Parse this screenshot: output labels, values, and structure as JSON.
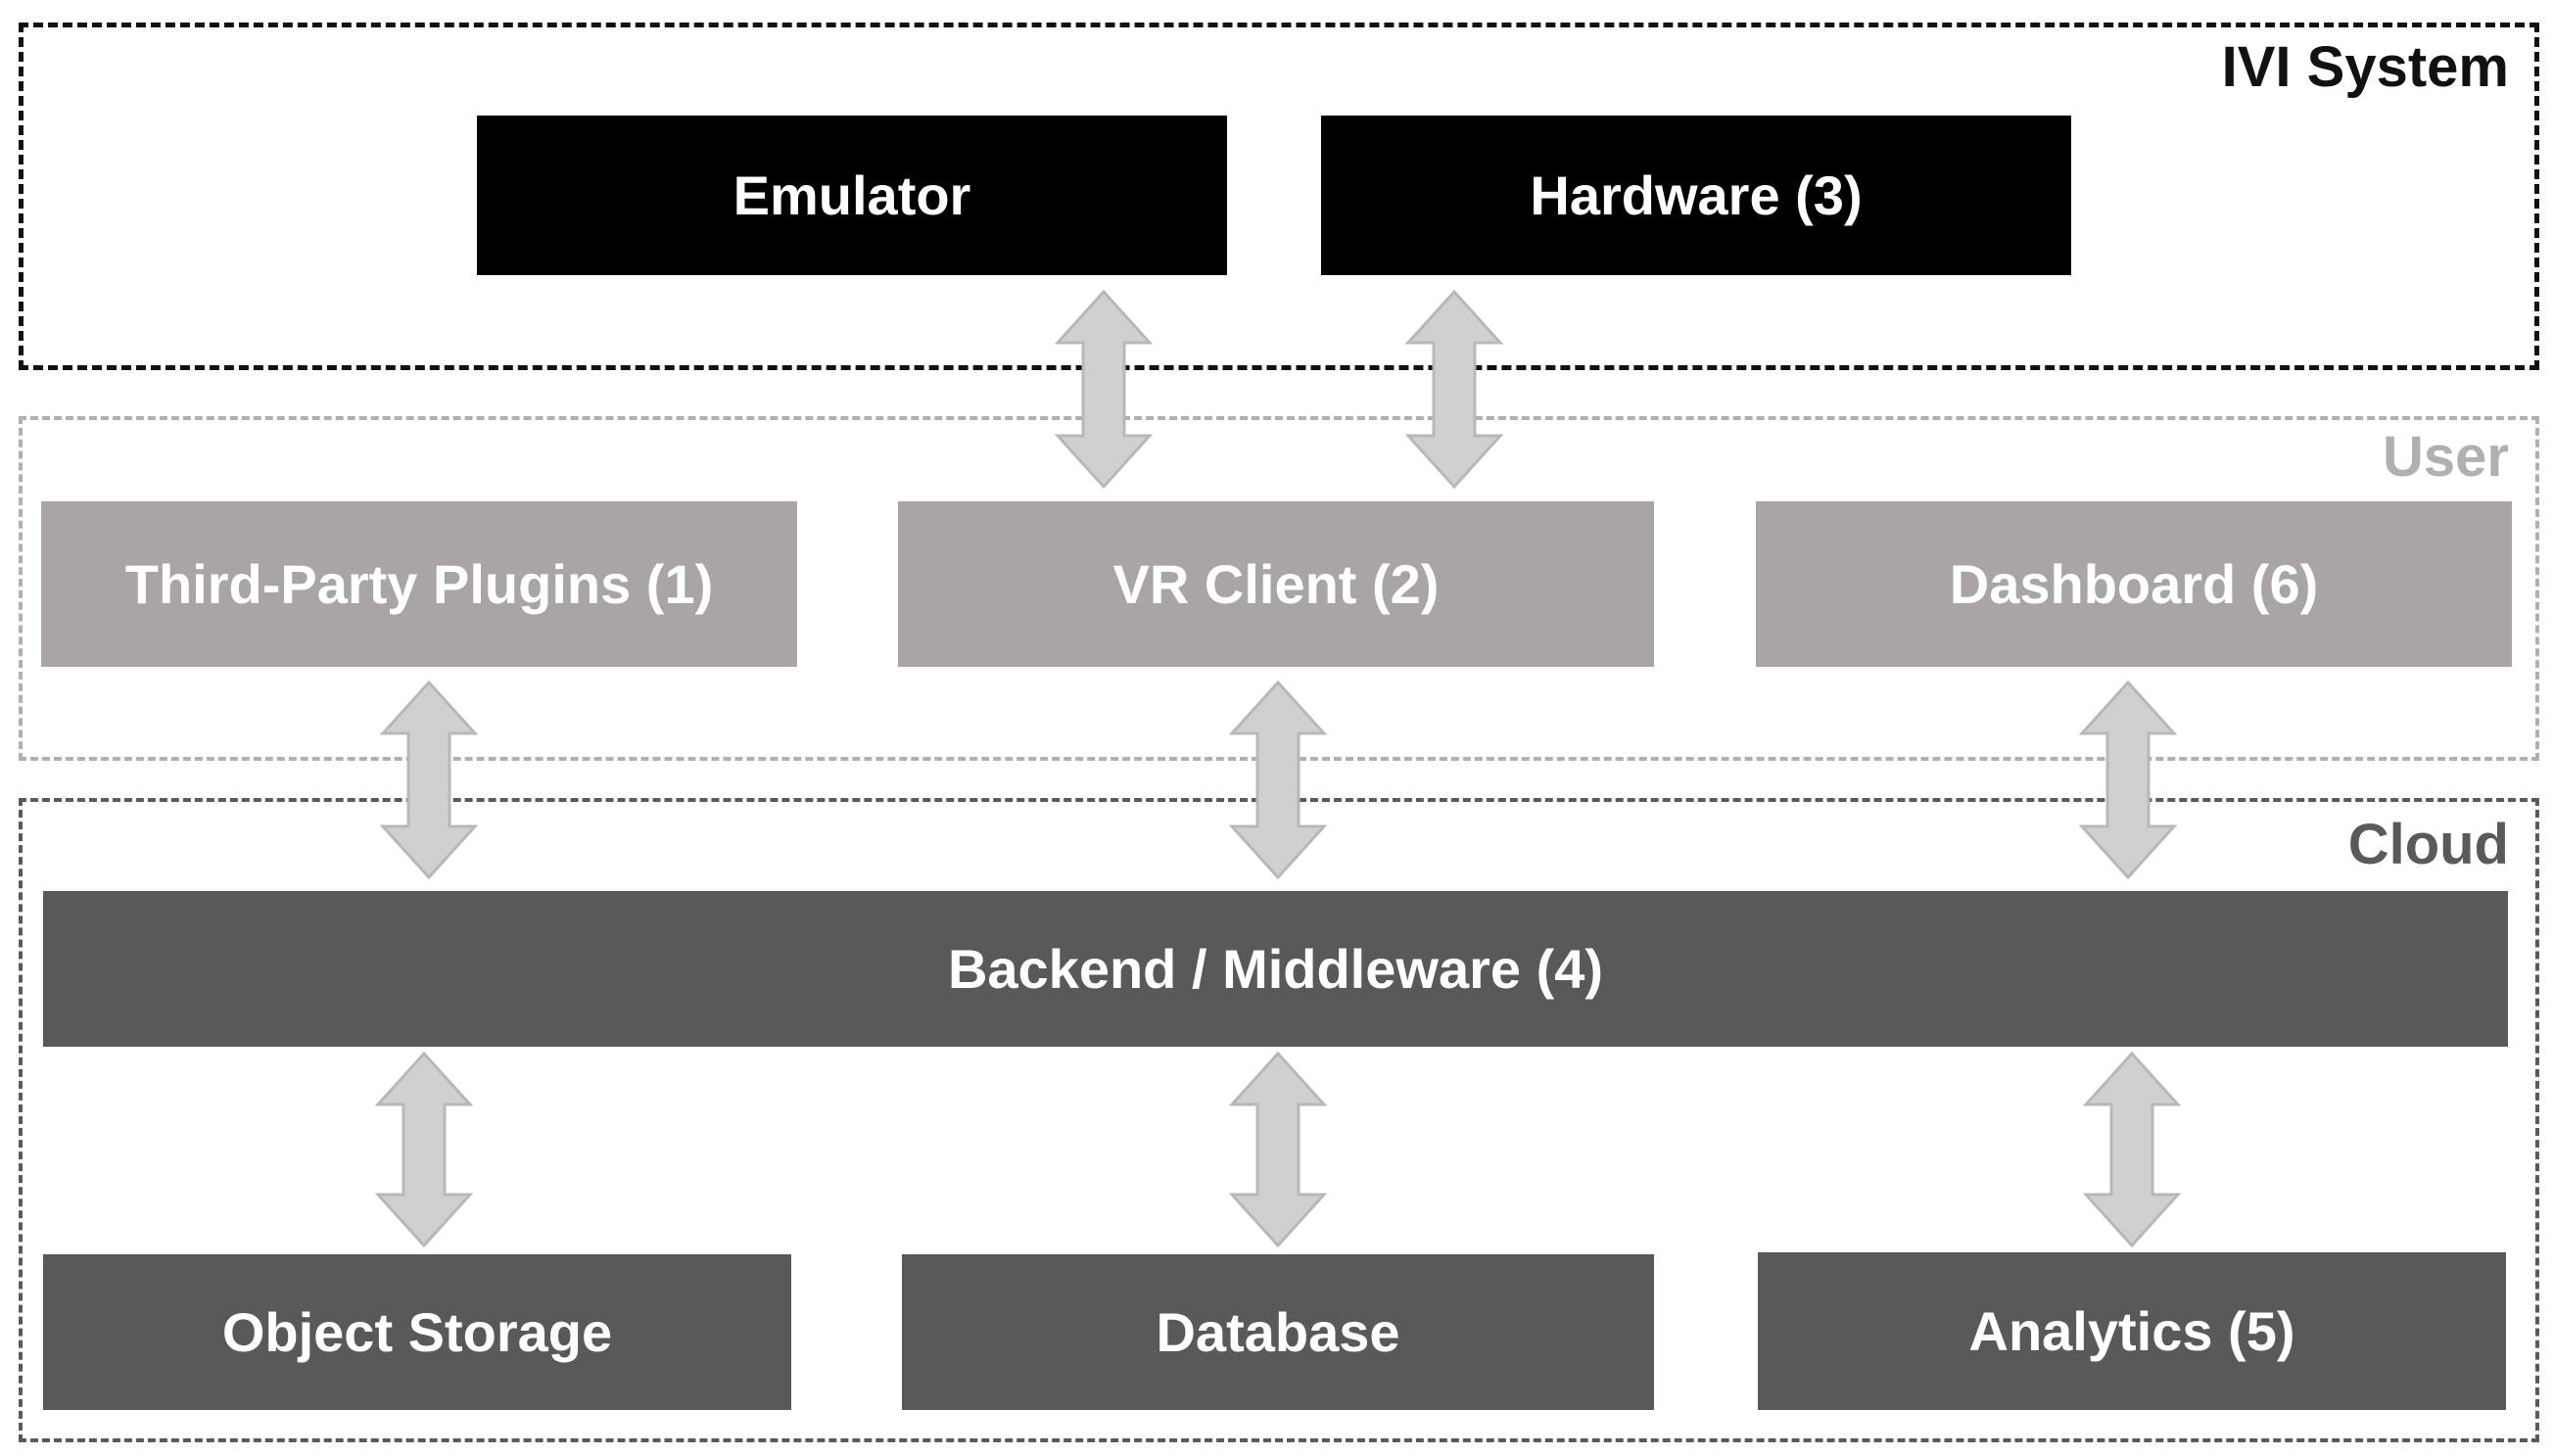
{
  "groups": {
    "ivi": "IVI System",
    "user": "User",
    "cloud": "Cloud"
  },
  "components": {
    "emulator": "Emulator",
    "hardware": "Hardware (3)",
    "plugins": "Third-Party Plugins (1)",
    "vr_client": "VR Client (2)",
    "dashboard": "Dashboard (6)",
    "backend": "Backend / Middleware (4)",
    "object_storage": "Object Storage",
    "database": "Database",
    "analytics": "Analytics (5)"
  },
  "connections": [
    {
      "from": "vr_client",
      "to": "emulator",
      "type": "bidirectional"
    },
    {
      "from": "vr_client",
      "to": "hardware",
      "type": "bidirectional"
    },
    {
      "from": "plugins",
      "to": "backend",
      "type": "bidirectional"
    },
    {
      "from": "vr_client",
      "to": "backend",
      "type": "bidirectional"
    },
    {
      "from": "dashboard",
      "to": "backend",
      "type": "bidirectional"
    },
    {
      "from": "backend",
      "to": "object_storage",
      "type": "bidirectional"
    },
    {
      "from": "backend",
      "to": "database",
      "type": "bidirectional"
    },
    {
      "from": "backend",
      "to": "analytics",
      "type": "bidirectional"
    }
  ],
  "colors": {
    "ivi_box": "#000000",
    "user_box": "#a9a5a5",
    "cloud_box": "#595959",
    "arrow_fill": "#d0d0d0",
    "arrow_stroke": "#b8b8b8"
  }
}
